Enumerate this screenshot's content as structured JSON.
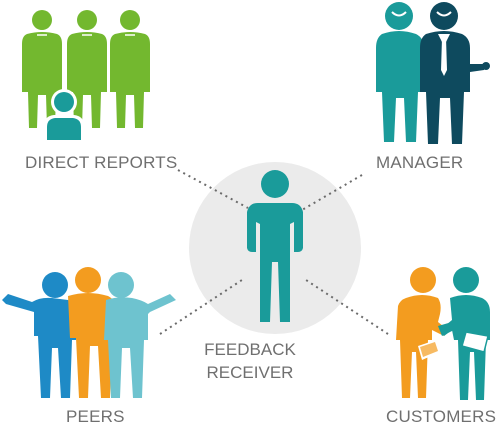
{
  "labels": {
    "direct_reports": "DIRECT REPORTS",
    "manager": "MANAGER",
    "peers": "PEERS",
    "customers": "CUSTOMERS",
    "center_line1": "FEEDBACK",
    "center_line2": "RECEIVER"
  },
  "colors": {
    "green": "#73b82f",
    "teal": "#1a9b9a",
    "dark_navy": "#0e4a5e",
    "blue": "#1e8ac6",
    "orange": "#f39c1f",
    "light_teal": "#6ec3cf",
    "circle": "#ebebeb",
    "label_gray": "#6f6f6f",
    "connector": "#6b6b6b"
  }
}
